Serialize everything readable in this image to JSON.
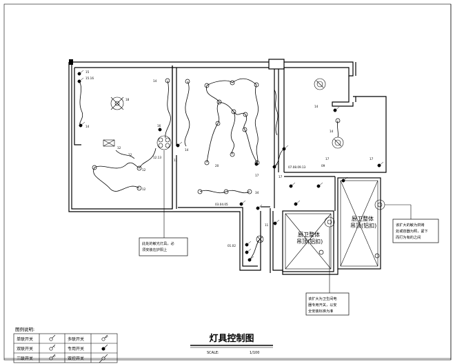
{
  "title": "灯具控制图",
  "scale_label": "SCALE:",
  "scale_value": "1/100",
  "callouts": {
    "left": [
      "此处的敏光灯具，必",
      "须安装在护阳上"
    ],
    "right": [
      "该扩大的敏为烘烤",
      "处或容器为照，紧下",
      "而打为有的之间"
    ],
    "bottom": [
      "该扩大为卫生间电",
      "器专用开关，以安",
      "全安装标准为准"
    ]
  },
  "room_labels": {
    "bath1": [
      "厨卫整体",
      "吊顶(铝扣)"
    ],
    "bath2": [
      "厨卫整体",
      "吊顶(铝扣)"
    ]
  },
  "numbers": {
    "n1": "15",
    "n2": "15.16",
    "n3": "14",
    "n4": "18",
    "n5": "14",
    "n6": "16",
    "n7": "12.13",
    "n8": "11",
    "n9": "20",
    "n10": "12",
    "n11": "12",
    "n12": "12",
    "n13": "12",
    "n14": "17",
    "n15": "07.08.09.13",
    "n16": "14",
    "n17": "14",
    "n18": "17",
    "n19": "17",
    "n20": "34",
    "n21": "03.04.05",
    "n22": "01.02",
    "n23": "11",
    "n24": "14",
    "n25": "17",
    "n26": "09"
  },
  "legend": {
    "header": "图例说明:",
    "rows": [
      {
        "left_label": "单联开关",
        "right_label": "多联开关"
      },
      {
        "left_label": "双联开关",
        "right_label": "专用开关"
      },
      {
        "left_label": "三联开关",
        "right_label": "双控开关"
      }
    ]
  }
}
